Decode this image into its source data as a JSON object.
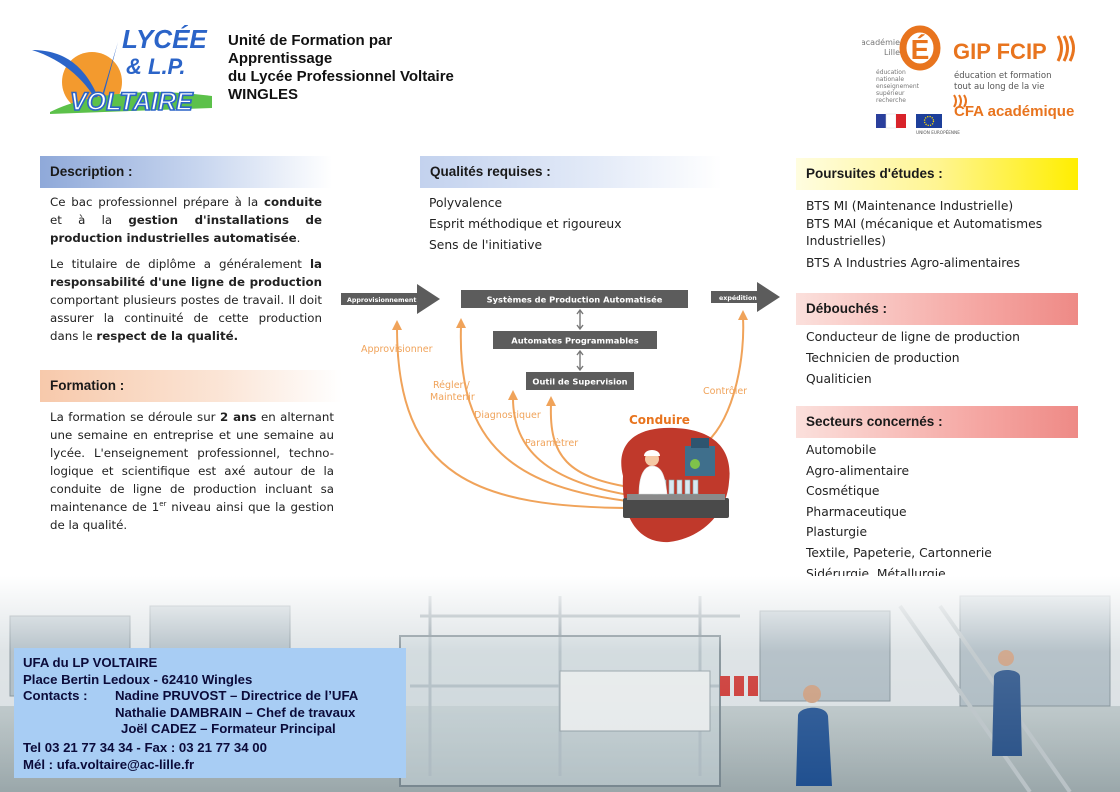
{
  "header": {
    "logo": {
      "line1": "LYCÉE",
      "line2": "& L.P.",
      "line3": "VOLTAIRE"
    },
    "title_lines": [
      "Unité de Formation par",
      "Apprentissage",
      "du Lycée Professionnel Voltaire",
      "WINGLES"
    ],
    "partner": {
      "academie_lines": [
        "académie",
        "Lille"
      ],
      "gip_label": "GIP FCIP",
      "gip_sub_lines": [
        "éducation et formation",
        "tout au long de la vie"
      ],
      "ministry_lines": [
        "éducation",
        "nationale",
        "enseignement",
        "supérieur",
        "recherche"
      ],
      "cfa_label": "CFA académique",
      "eu_label": "UNION EUROPÉENNE"
    }
  },
  "description": {
    "heading": "Description :",
    "p1": {
      "a": "Ce bac professionnel prépare à la ",
      "b": "conduite",
      "c": " et à la ",
      "d": "gestion d'installations de production industrielles automatisée",
      "e": "."
    },
    "p2": {
      "a": "Le titulaire de diplôme a généralement ",
      "b": "la responsabilité d'une ligne de production",
      "c": " comportant plusieurs postes de travail. Il doit assurer la continuité de cette production dans le ",
      "d": "respect de la qualité."
    }
  },
  "formation": {
    "heading": "Formation :",
    "p": {
      "a": "La formation se déroule sur ",
      "b": "2 ans",
      "c": " en alternant une semaine en entreprise et une semaine au lycée. L'enseignement professionnel, techno-logique et scientifique est axé autour de la conduite de ligne de production incluant sa maintenance de 1",
      "sup": "er",
      "d": " niveau ainsi que la gestion de la qualité."
    }
  },
  "qualites": {
    "heading": "Qualités requises :",
    "items": [
      "Polyvalence",
      "Esprit méthodique et rigoureux",
      "Sens de l'initiative"
    ]
  },
  "diagram": {
    "in_arrow": "Approvisionnement",
    "out_arrow": "expédition",
    "box1": "Systèmes de Production Automatisée",
    "box2": "Automates Programmables",
    "box3": "Outil de Supervision",
    "labels": {
      "approvisionner": "Approvisionner",
      "regler1": "Régler /",
      "regler2": "Maintenir",
      "diagnostiquer": "Diagnostiquer",
      "parametrer": "Paramètrer",
      "controler": "Contrôler",
      "conduire": "Conduire"
    },
    "colors": {
      "orange": "#f0a35a",
      "box": "#5a5a5a",
      "accent": "#e8741e"
    }
  },
  "poursuites": {
    "heading": "Poursuites d'études :",
    "items": [
      [
        "BTS MI (Maintenance Industrielle)"
      ],
      [
        "BTS MAI (mécanique et Automatismes",
        "Industrielles)"
      ],
      [
        "BTS A Industries Agro-alimentaires"
      ]
    ]
  },
  "debouches": {
    "heading": "Débouchés :",
    "items": [
      "Conducteur de ligne de production",
      "Technicien de production",
      "Qualiticien"
    ]
  },
  "secteurs": {
    "heading": "Secteurs concernés :",
    "items": [
      "Automobile",
      "Agro-alimentaire",
      "Cosmétique",
      "Pharmaceutique",
      "Plasturgie",
      "Textile, Papeterie, Cartonnerie",
      "Sidérurgie, Métallurgie…"
    ]
  },
  "contact": {
    "line1": "UFA du LP VOLTAIRE",
    "line2": "Place Bertin Ledoux - 62410 Wingles",
    "contacts_label": "Contacts :",
    "people": [
      "Nadine PRUVOST – Directrice de l’UFA",
      "Nathalie DAMBRAIN – Chef de travaux",
      "Joël CADEZ – Formateur Principal"
    ],
    "phone": "Tel 03 21 77 34 34 -  Fax : 03 21 77 34 00",
    "mail": "Mél : ufa.voltaire@ac-lille.fr"
  }
}
